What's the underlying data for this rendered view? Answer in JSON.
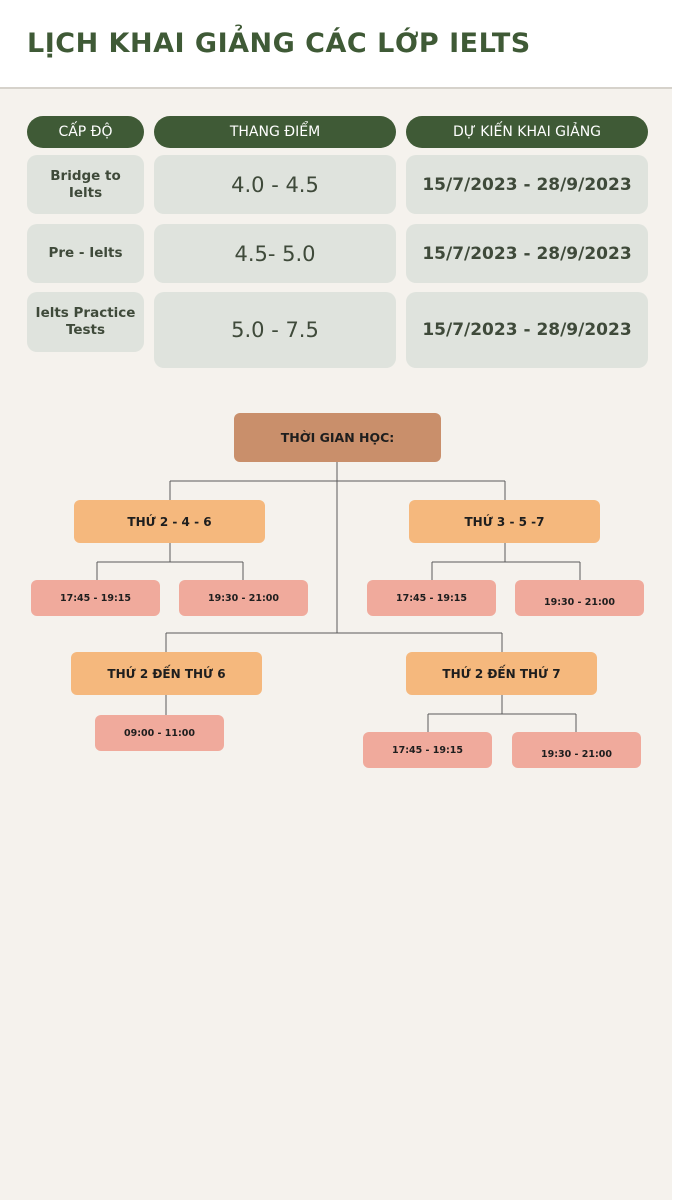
{
  "page_title": "LỊCH KHAI GIẢNG CÁC LỚP IELTS",
  "table": {
    "headers": [
      "CẤP ĐỘ",
      "THANG ĐIỂM",
      "DỰ KIẾN KHAI GIẢNG"
    ],
    "rows": [
      {
        "level": "Bridge to Ielts",
        "score": "4.0 - 4.5",
        "date": "15/7/2023 - 28/9/2023"
      },
      {
        "level": "Pre - Ielts",
        "score": "4.5- 5.0",
        "date": "15/7/2023 - 28/9/2023"
      },
      {
        "level": "Ielts Practice Tests",
        "score": "5.0 - 7.5",
        "date": "15/7/2023 - 28/9/2023"
      }
    ]
  },
  "schedule": {
    "root": "THỜI GIAN HỌC:",
    "groups": [
      {
        "day": "THỨ 2 - 4 - 6",
        "slots": [
          "17:45 - 19:15",
          "19:30 - 21:00"
        ]
      },
      {
        "day": "THỨ 3 - 5 -7",
        "slots": [
          "17:45 - 19:15",
          "19:30 - 21:00"
        ]
      },
      {
        "day": "THỨ 2 ĐẾN THỨ 6",
        "slots": [
          "09:00 - 11:00"
        ]
      },
      {
        "day": "THỨ 2 ĐẾN THỨ 7",
        "slots": [
          "17:45 - 19:15",
          "19:30 - 21:00"
        ]
      }
    ]
  },
  "colors": {
    "accent": "#3f5a36",
    "table_cell": "#dfe3dd",
    "root_box": "#c98f6b",
    "day_box": "#f5b87d",
    "slot_box": "#f0aa9c",
    "background": "#f5f2ed"
  }
}
